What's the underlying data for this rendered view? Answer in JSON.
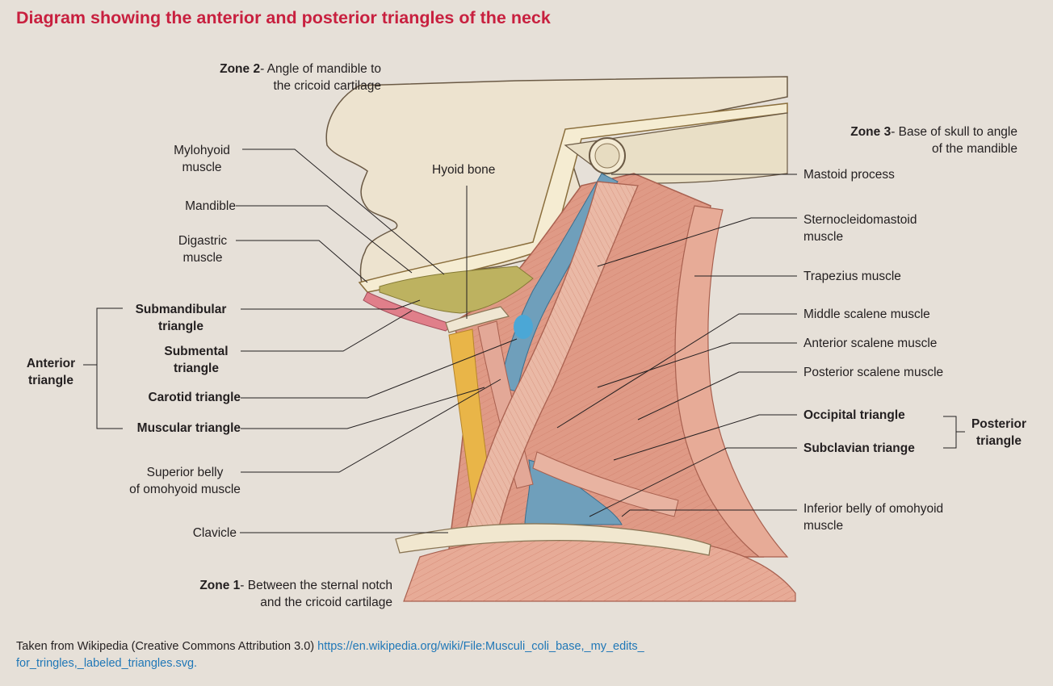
{
  "title": "Diagram showing the anterior and posterior triangles of the neck",
  "zones": {
    "zone2": {
      "name": "Zone 2",
      "desc1": "- Angle of mandible to",
      "desc2": "the cricoid cartilage"
    },
    "zone3": {
      "name": "Zone 3",
      "desc1": "- Base of skull to angle",
      "desc2": "of the mandible"
    },
    "zone1": {
      "name": "Zone 1",
      "desc1": "- Between the sternal notch",
      "desc2": "and the cricoid cartilage"
    }
  },
  "left_labels": {
    "mylohyoid_1": "Mylohyoid",
    "mylohyoid_2": "muscle",
    "mandible": "Mandible",
    "digastric_1": "Digastric",
    "digastric_2": "muscle",
    "submandibular_1": "Submandibular",
    "submandibular_2": "triangle",
    "submental_1": "Submental",
    "submental_2": "triangle",
    "carotid": "Carotid triangle",
    "muscular": "Muscular triangle",
    "superior_belly_1": "Superior belly",
    "superior_belly_2": "of omohyoid muscle",
    "clavicle": "Clavicle"
  },
  "anterior_group": {
    "line1": "Anterior",
    "line2": "triangle"
  },
  "center_labels": {
    "hyoid": "Hyoid bone"
  },
  "right_labels": {
    "mastoid": "Mastoid process",
    "scm_1": "Sternocleidomastoid",
    "scm_2": "muscle",
    "trapezius": "Trapezius muscle",
    "middle_scalene": "Middle scalene muscle",
    "anterior_scalene": "Anterior scalene muscle",
    "posterior_scalene": "Posterior scalene muscle",
    "occipital": "Occipital triangle",
    "subclavian": "Subclavian triange",
    "inferior_belly_1": "Inferior belly of omohyoid",
    "inferior_belly_2": "muscle"
  },
  "posterior_group": {
    "line1": "Posterior",
    "line2": "triangle"
  },
  "credit": {
    "text": "Taken from Wikipedia (Creative Commons Attribution 3.0) ",
    "link1": "https://en.wikipedia.org/wiki/File:Musculi_coli_base,_my_edits_",
    "link2": "for_tringles,_labeled_triangles.svg."
  },
  "colors": {
    "title": "#c8203f",
    "background": "#e6e0d8",
    "muscle": "#df9a86",
    "skin": "#efe0c4",
    "vessel": "#6f9fbb",
    "gland": "#bdb260",
    "bone": "#ece2cb",
    "link": "#1f77b7"
  }
}
